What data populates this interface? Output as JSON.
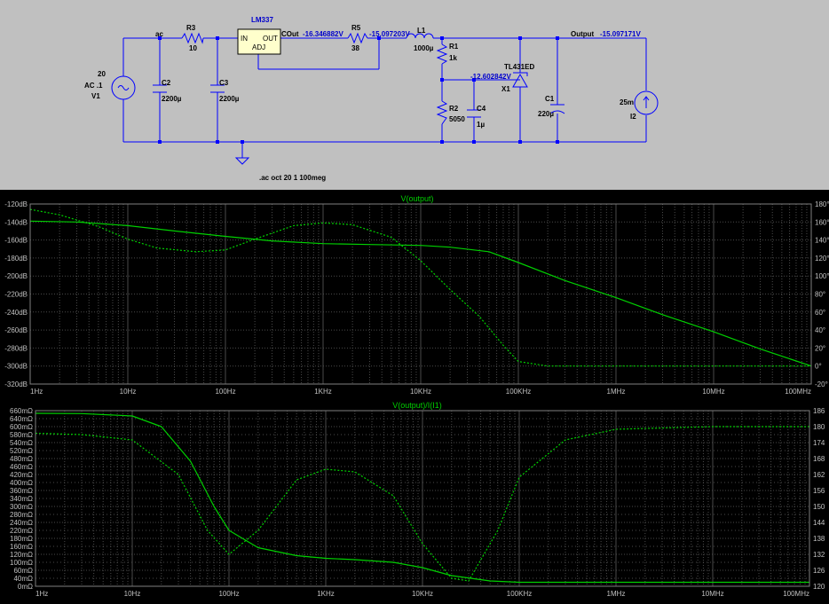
{
  "schematic": {
    "background": "#c0c0c0",
    "wire_color": "#0000ff",
    "label_color": "#000000",
    "voltage_color": "#0000cc",
    "regulator": {
      "name": "LM337",
      "pin_in": "IN",
      "pin_out": "OUT",
      "pin_adj": "ADJ",
      "fill": "#ffffcc"
    },
    "source_v1": {
      "value_dc": "20",
      "value_ac": "AC .1",
      "name": "V1"
    },
    "net_ac": "ac",
    "net_cout": "COut",
    "net_output": "Output",
    "r3": {
      "name": "R3",
      "value": "10"
    },
    "c2": {
      "name": "C2",
      "value": "2200µ"
    },
    "c3": {
      "name": "C3",
      "value": "2200µ"
    },
    "r5": {
      "name": "R5",
      "value": "38"
    },
    "l1": {
      "name": "L1",
      "value": "1000µ"
    },
    "r1": {
      "name": "R1",
      "value": "1k"
    },
    "r2": {
      "name": "R2",
      "value": "5050"
    },
    "c4": {
      "name": "C4",
      "value": "1µ"
    },
    "x1": {
      "name": "X1",
      "part": "TL431ED"
    },
    "c1": {
      "name": "C1",
      "value": "220µ"
    },
    "i2": {
      "name": "I2",
      "value": "25m"
    },
    "v_cout": "-16.346882V",
    "v_after_r5": "-15.097203V",
    "v_ref": "-12.602842V",
    "v_output": "-15.097171V",
    "directive": ".ac oct 20 1 100meg"
  },
  "plot_style": {
    "bg": "#000000",
    "grid": "#4a4a4a",
    "trace": "#00d000",
    "axis_text": "#c0c0c0",
    "title_color": "#00d000"
  },
  "chart_data": [
    {
      "type": "line",
      "title": "V(output)",
      "x_scale": "log",
      "x_ticks": [
        "1Hz",
        "10Hz",
        "100Hz",
        "1KHz",
        "10KHz",
        "100KHz",
        "1MHz",
        "10MHz",
        "100MHz"
      ],
      "x_tick_values": [
        1,
        10,
        100,
        1000,
        10000,
        100000,
        1000000,
        10000000,
        100000000
      ],
      "y_left_ticks": [
        "-120dB",
        "-140dB",
        "-160dB",
        "-180dB",
        "-200dB",
        "-220dB",
        "-240dB",
        "-260dB",
        "-280dB",
        "-300dB",
        "-320dB"
      ],
      "y_left_range": [
        -320,
        -120
      ],
      "y_right_ticks": [
        "180°",
        "160°",
        "140°",
        "120°",
        "100°",
        "80°",
        "60°",
        "40°",
        "20°",
        "0°",
        "-20°"
      ],
      "y_right_range": [
        -20,
        180
      ],
      "grid": true,
      "series": [
        {
          "role": "magnitude",
          "axis": "left",
          "style": "solid",
          "x": [
            1,
            3,
            10,
            30,
            100,
            300,
            1000,
            3000,
            10000,
            20000,
            50000,
            100000,
            300000,
            1000000,
            3000000,
            10000000,
            30000000,
            100000000
          ],
          "y": [
            -139,
            -140,
            -144,
            -150,
            -156,
            -161,
            -164,
            -165,
            -166,
            -168,
            -173,
            -185,
            -205,
            -224,
            -243,
            -262,
            -281,
            -300
          ]
        },
        {
          "role": "phase",
          "axis": "right",
          "style": "dashed",
          "x": [
            1,
            2,
            5,
            10,
            20,
            50,
            100,
            200,
            500,
            1000,
            2000,
            5000,
            10000,
            20000,
            40000,
            70000,
            100000,
            200000,
            1000000,
            100000000
          ],
          "y": [
            174,
            168,
            155,
            141,
            131,
            127,
            129,
            141,
            156,
            159,
            157,
            143,
            117,
            85,
            55,
            23,
            5,
            0,
            0,
            0
          ]
        }
      ]
    },
    {
      "type": "line",
      "title": "V(output)/I(I1)",
      "x_scale": "log",
      "x_ticks": [
        "1Hz",
        "10Hz",
        "100Hz",
        "1KHz",
        "10KHz",
        "100KHz",
        "1MHz",
        "10MHz",
        "100MHz"
      ],
      "x_tick_values": [
        1,
        10,
        100,
        1000,
        10000,
        100000,
        1000000,
        10000000,
        100000000
      ],
      "y_left_ticks": [
        "660mΩ",
        "600mΩ",
        "540mΩ",
        "480mΩ",
        "420mΩ",
        "360mΩ",
        "300mΩ",
        "240mΩ",
        "180mΩ",
        "120mΩ",
        "60mΩ",
        "0mΩ"
      ],
      "y_left_ticks_minor": [
        "640mΩ",
        "580mΩ",
        "520mΩ",
        "460mΩ",
        "400mΩ",
        "340mΩ",
        "280mΩ",
        "220mΩ",
        "160mΩ",
        "100mΩ",
        "40mΩ"
      ],
      "y_left_range": [
        0,
        660
      ],
      "y_right_ticks": [
        "186",
        "180",
        "174",
        "168",
        "162",
        "156",
        "150",
        "144",
        "138",
        "132",
        "126",
        "120"
      ],
      "y_right_range": [
        120,
        186
      ],
      "grid": true,
      "series": [
        {
          "role": "magnitude",
          "axis": "left",
          "style": "solid",
          "x": [
            1,
            3,
            10,
            20,
            40,
            70,
            100,
            200,
            500,
            1000,
            2000,
            5000,
            10000,
            20000,
            50000,
            100000,
            1000000,
            100000000
          ],
          "y": [
            650,
            649,
            640,
            600,
            470,
            300,
            210,
            145,
            115,
            105,
            100,
            90,
            70,
            40,
            20,
            15,
            15,
            15
          ]
        },
        {
          "role": "phase",
          "axis": "right",
          "style": "dashed",
          "x": [
            1,
            3,
            10,
            30,
            60,
            100,
            200,
            500,
            1000,
            2000,
            5000,
            10000,
            20000,
            30000,
            60000,
            100000,
            300000,
            1000000,
            10000000,
            100000000
          ],
          "y": [
            177.5,
            177,
            175,
            162,
            141,
            132,
            141,
            160,
            164,
            163,
            154,
            136,
            123,
            122,
            141,
            161,
            175,
            179,
            180,
            180
          ]
        }
      ]
    }
  ]
}
